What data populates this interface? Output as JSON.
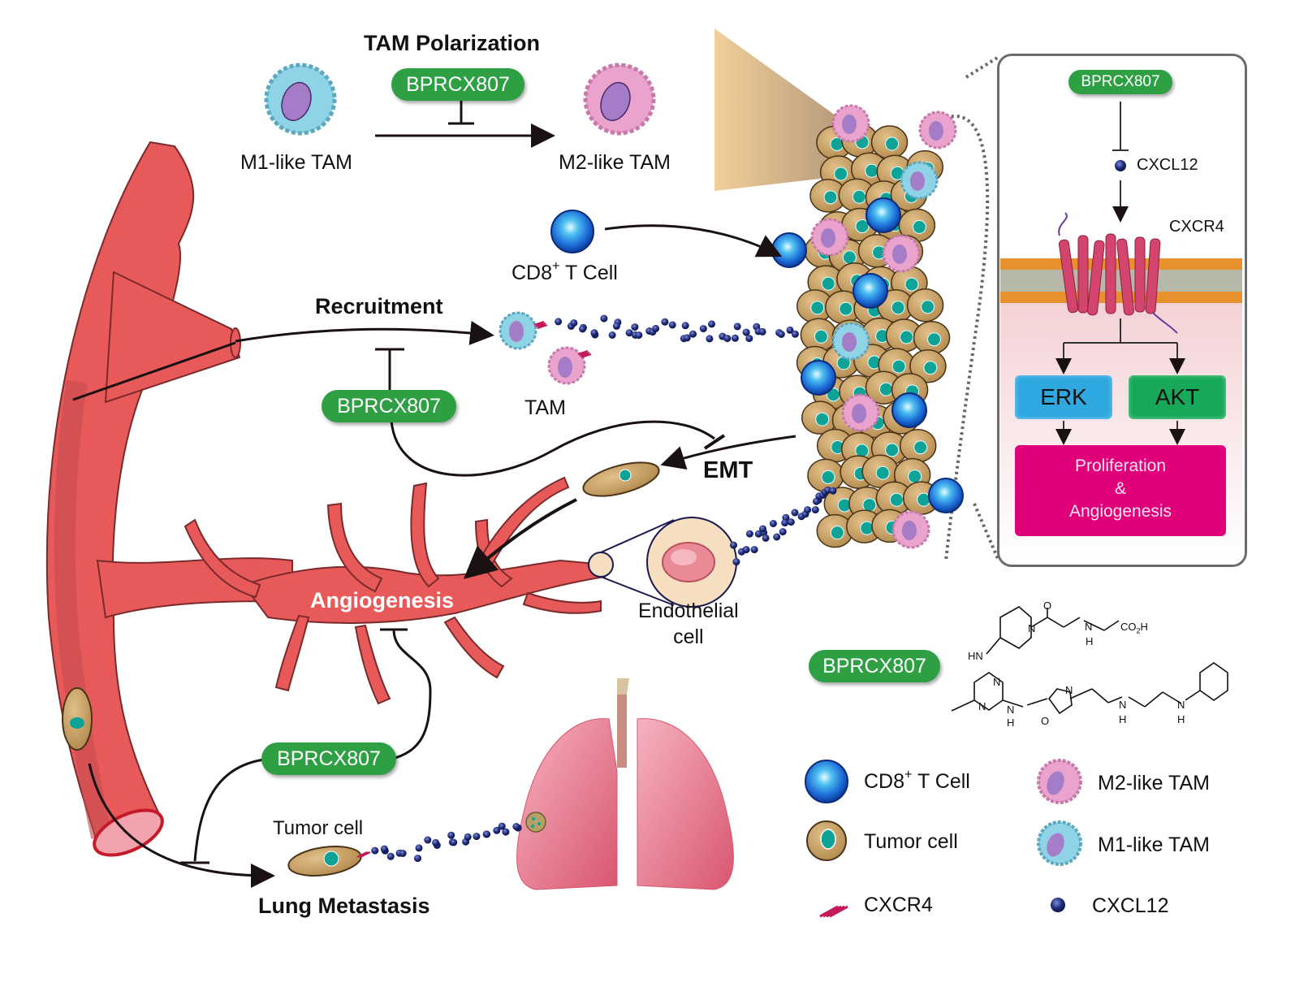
{
  "figure": {
    "tam_polarization": {
      "title": "TAM Polarization",
      "inhibitor": "BPRCX807",
      "from_label": "M1-like TAM",
      "to_label": "M2-like TAM"
    },
    "pathway_panel": {
      "inhibitor": "BPRCX807",
      "ligand": "CXCL12",
      "receptor": "CXCR4",
      "kinase_left": "ERK",
      "kinase_right": "AKT",
      "outcome_line1": "Proliferation",
      "outcome_line2": "&",
      "outcome_line3": "Angiogenesis",
      "colors": {
        "erk": "#2fa8e0",
        "akt": "#17a85a",
        "outcome": "#e0007a",
        "membrane": "#e8902e",
        "cytoplasm": "#f6dfe0"
      }
    },
    "main": {
      "cd8_label": "CD8",
      "cd8_sup": "+",
      "cd8_suffix": " T Cell",
      "recruitment_label": "Recruitment",
      "tam_label": "TAM",
      "recruitment_inhibitor": "BPRCX807",
      "emt_label": "EMT",
      "angiogenesis_label": "Angiogenesis",
      "endothelial_label_1": "Endothelial",
      "endothelial_label_2": "cell",
      "angiogenesis_inhibitor": "BPRCX807",
      "tumor_cell_label": "Tumor cell",
      "lung_metastasis_label": "Lung Metastasis"
    },
    "legend": {
      "compound_name": "BPRCX807",
      "structure_atoms": [
        "O",
        "N",
        "N",
        "H",
        "CO2H",
        "HN",
        "N",
        "N",
        "N",
        "H",
        "N",
        "O",
        "N",
        "H",
        "N",
        "H"
      ],
      "items": [
        {
          "icon": "cd8-t-cell-icon",
          "label": "CD8",
          "sup": "+",
          "suffix": " T Cell"
        },
        {
          "icon": "m2-tam-icon",
          "label": "M2-like TAM"
        },
        {
          "icon": "tumor-cell-icon",
          "label": "Tumor cell"
        },
        {
          "icon": "m1-tam-icon",
          "label": "M1-like TAM"
        },
        {
          "icon": "cxcr4-icon",
          "label": "CXCR4"
        },
        {
          "icon": "cxcl12-icon",
          "label": "CXCL12"
        }
      ]
    },
    "colors": {
      "drug_green": "#2ea043",
      "vessel_red": "#e85a5a",
      "vessel_dark": "#c44a4e",
      "tumor_tan": "#c8a064",
      "nucleus_teal": "#0fa398",
      "tcell_blue": "#1e6fd8",
      "m1_blue": "#8fd3e6",
      "m2_pink": "#e9a3cc",
      "cxcl12_navy": "#1d2a78",
      "tam_panel_bg": "#f2cf9a",
      "legend_bg": "#ececee"
    }
  }
}
